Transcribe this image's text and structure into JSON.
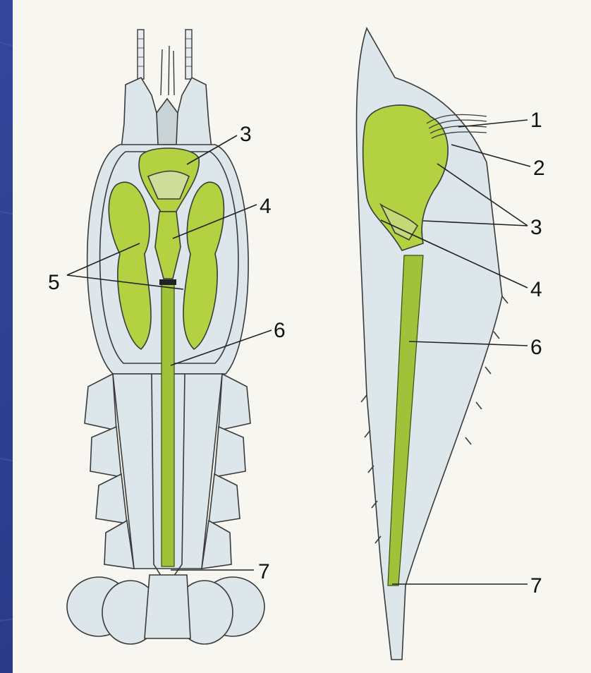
{
  "colors": {
    "background": "#2a3a88",
    "paper": "#f7f6f1",
    "shell": "#dde6ea",
    "organ_green": "#b3d140",
    "ink": "#222222"
  },
  "labels": {
    "left": {
      "l3": "3",
      "l4": "4",
      "l5": "5",
      "l6": "6",
      "l7": "7"
    },
    "right": {
      "r1": "1",
      "r2": "2",
      "r3": "3",
      "r4": "4",
      "r6": "6",
      "r7": "7"
    }
  }
}
